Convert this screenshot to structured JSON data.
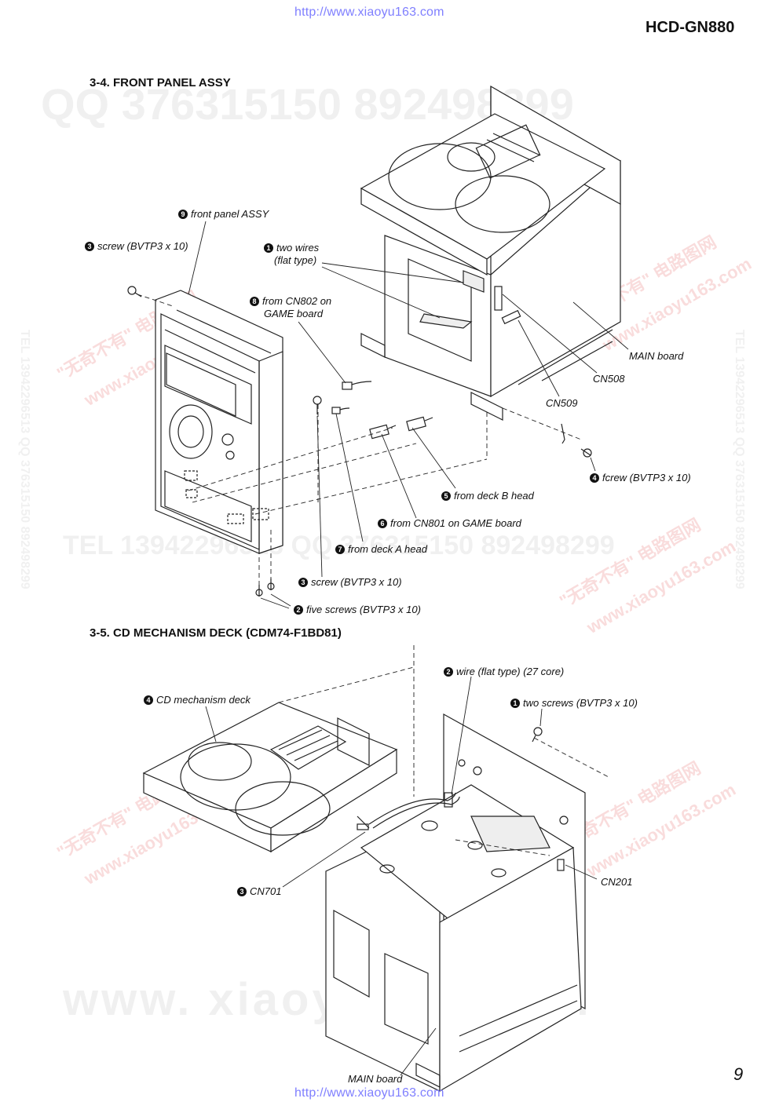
{
  "header": {
    "url_top": "http://www.xiaoyu163.com",
    "model": "HCD-GN880"
  },
  "footer": {
    "url_bottom": "http://www.xiaoyu163.com",
    "page_number": "9"
  },
  "watermarks": {
    "qq_line": "QQ 376315150   892498299",
    "tel_line": "TEL 13942296513   QQ 376315150   892498299",
    "www_line": "www. xiaoyu163. com",
    "side_vertical": "TEL 13942296513  QQ 376315150  892498299",
    "red_1": "\"无奇不有\" 电路图网",
    "red_2": "www.xiaoyu163.com"
  },
  "section_front_panel": {
    "title": "3-4. FRONT PANEL ASSY",
    "labels": {
      "l9": {
        "num": "9",
        "text": "front panel ASSY"
      },
      "l3a": {
        "num": "3",
        "text": "screw (BVTP3 x 10)"
      },
      "l1a": {
        "num": "1",
        "text": "two wires"
      },
      "l1b": {
        "text": "(flat type)"
      },
      "l8a": {
        "num": "8",
        "text": "from CN802 on"
      },
      "l8b": {
        "text": "GAME board"
      },
      "main_board": {
        "text": "MAIN board"
      },
      "cn508": {
        "text": "CN508"
      },
      "cn509": {
        "text": "CN509"
      },
      "l4": {
        "num": "4",
        "text": "fcrew (BVTP3 x 10)"
      },
      "l5": {
        "num": "5",
        "text": "from deck B head"
      },
      "l6": {
        "num": "6",
        "text": "from CN801 on GAME board"
      },
      "l7": {
        "num": "7",
        "text": "from deck A head"
      },
      "l3b": {
        "num": "3",
        "text": "screw (BVTP3 x 10)"
      },
      "l2": {
        "num": "2",
        "text": "five screws (BVTP3 x 10)"
      }
    }
  },
  "section_cd_mech": {
    "title": "3-5. CD MECHANISM DECK (CDM74-F1BD81)",
    "labels": {
      "l2": {
        "num": "2",
        "text": "wire (flat type) (27 core)"
      },
      "l4": {
        "num": "4",
        "text": "CD mechanism deck"
      },
      "l1": {
        "num": "1",
        "text": "two screws (BVTP3 x 10)"
      },
      "l3": {
        "num": "3",
        "text": "CN701"
      },
      "cn201": {
        "text": "CN201"
      },
      "main_board": {
        "text": "MAIN board"
      }
    }
  }
}
